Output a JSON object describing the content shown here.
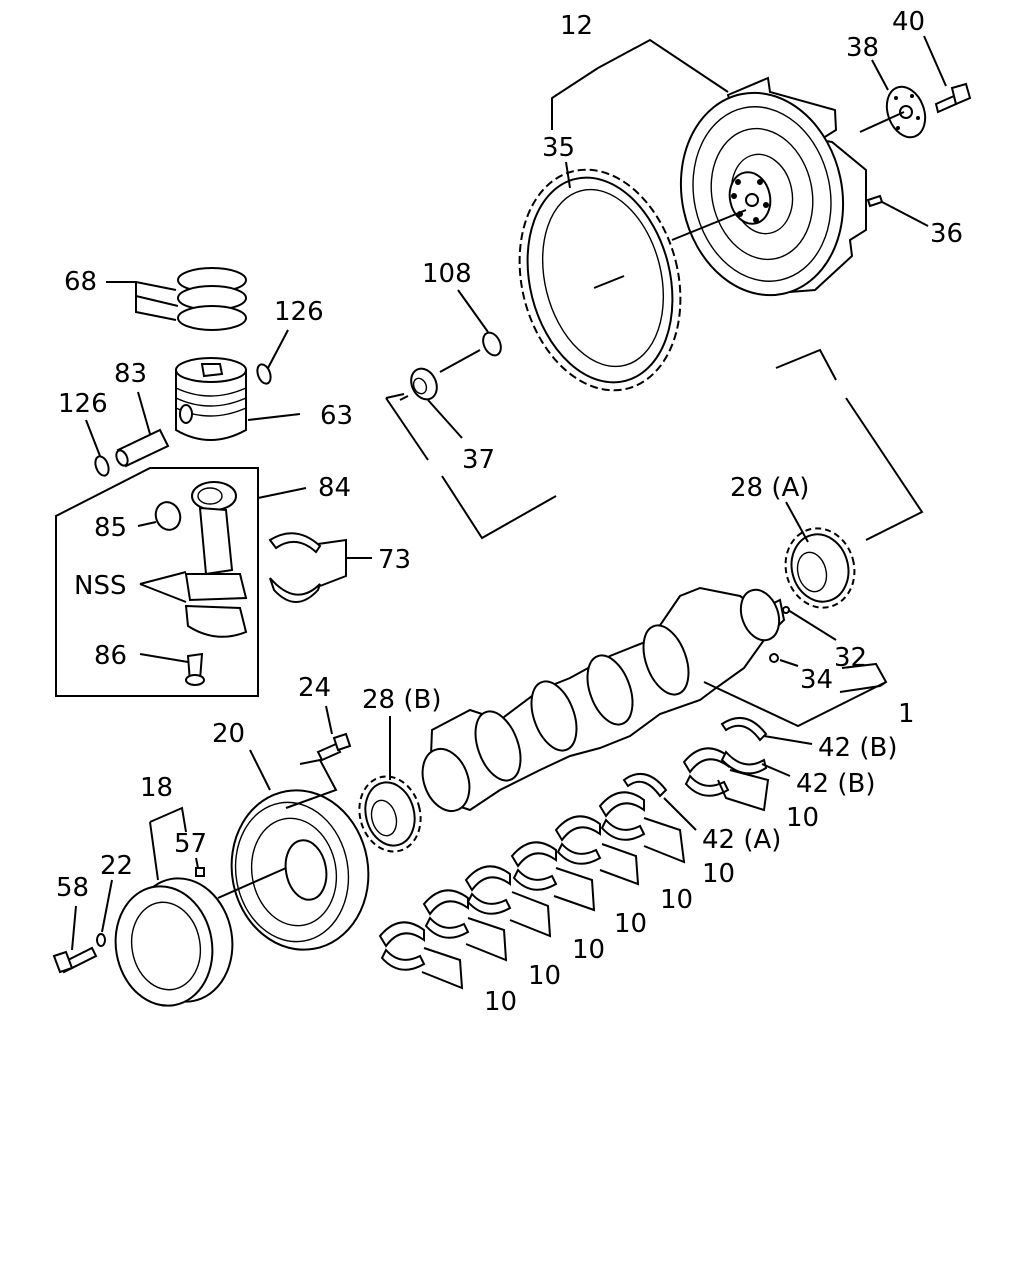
{
  "labels": {
    "p1": "1",
    "p10": "10",
    "p12": "12",
    "p18": "18",
    "p20": "20",
    "p22": "22",
    "p24": "24",
    "p28a": "28 (A)",
    "p28b": "28 (B)",
    "p32": "32",
    "p34": "34",
    "p35": "35",
    "p36": "36",
    "p37": "37",
    "p38": "38",
    "p40": "40",
    "p42a": "42 (A)",
    "p42b": "42 (B)",
    "p57": "57",
    "p58": "58",
    "p63": "63",
    "p68": "68",
    "p73": "73",
    "p83": "83",
    "p84": "84",
    "p85": "85",
    "p86": "86",
    "p108": "108",
    "p126": "126",
    "nss": "NSS"
  }
}
